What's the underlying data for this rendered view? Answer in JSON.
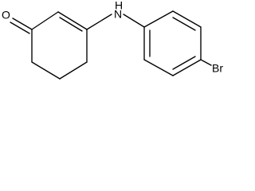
{
  "atoms": {
    "oxygen": "O",
    "amine": "H\nN",
    "nitrogen": "N",
    "hydrogen": "H",
    "bromine": "Br"
  }
}
